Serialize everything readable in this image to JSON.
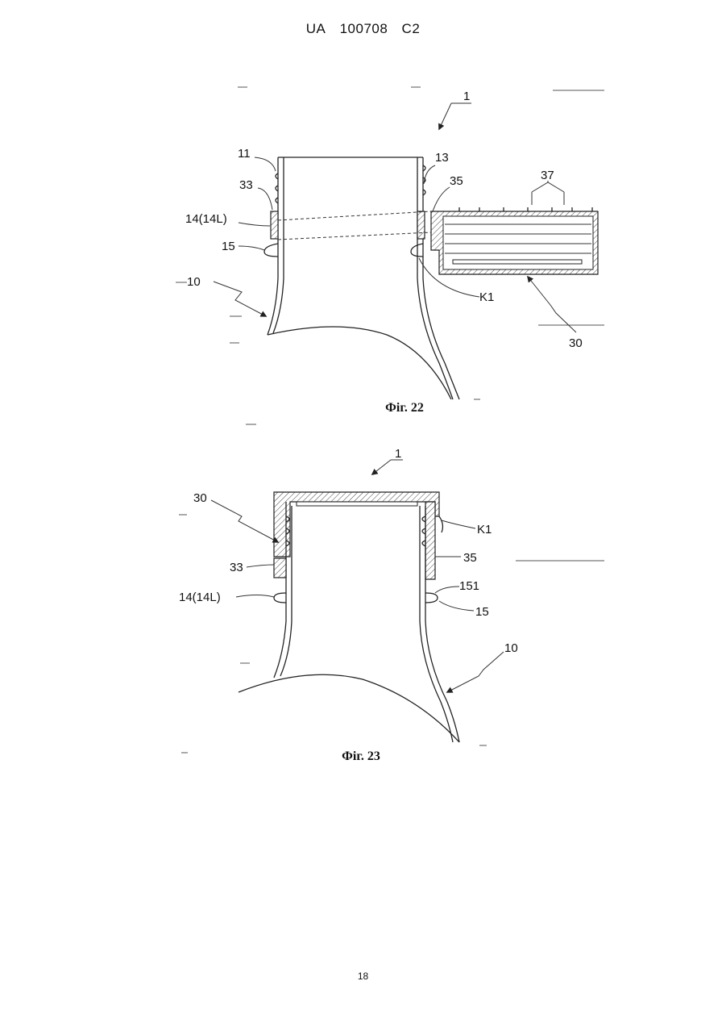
{
  "header": {
    "country": "UA",
    "number": "100708",
    "kind": "C2"
  },
  "page_number": "18",
  "figure22": {
    "caption": "Фіг. 22",
    "labels": {
      "ref_1": "1",
      "ref_11": "11",
      "ref_13": "13",
      "ref_33": "33",
      "ref_35": "35",
      "ref_37": "37",
      "ref_14": "14(14L)",
      "ref_15": "15",
      "ref_10": "10",
      "ref_K1": "K1",
      "ref_30": "30"
    }
  },
  "figure23": {
    "caption": "Фіг. 23",
    "labels": {
      "ref_1": "1",
      "ref_30": "30",
      "ref_K1": "K1",
      "ref_33": "33",
      "ref_35": "35",
      "ref_14": "14(14L)",
      "ref_151": "151",
      "ref_15": "15",
      "ref_10": "10"
    }
  }
}
